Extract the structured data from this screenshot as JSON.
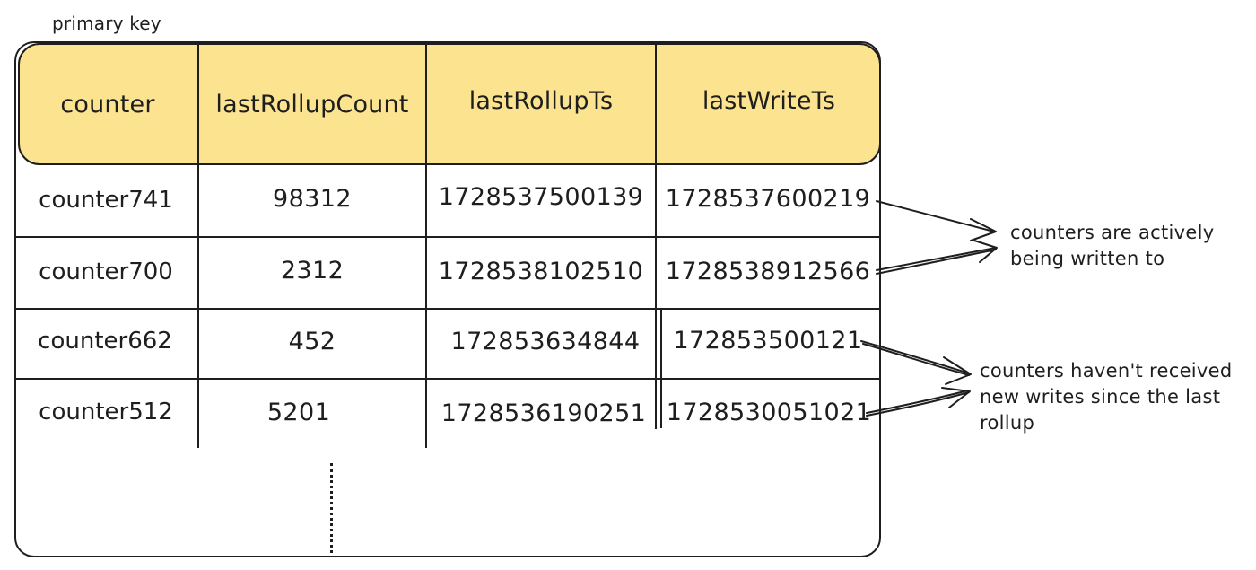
{
  "primary_key_label": "primary key",
  "table": {
    "headers": [
      "counter",
      "lastRollupCount",
      "lastRollupTs",
      "lastWriteTs"
    ],
    "rows": [
      [
        "counter741",
        "98312",
        "1728537500139",
        "1728537600219"
      ],
      [
        "counter700",
        "2312",
        "1728538102510",
        "1728538912566"
      ],
      [
        "counter662",
        "452",
        "172853634844",
        "172853500121"
      ],
      [
        "counter512",
        "5201",
        "1728536190251",
        "1728530051021"
      ]
    ],
    "continuation": "ellipsis-vertical-dotted-line"
  },
  "annotations": {
    "active": {
      "lines": [
        "counters are actively",
        "being written to"
      ]
    },
    "stale": {
      "lines": [
        "counters haven't received",
        "new writes since the last",
        "rollup"
      ]
    }
  },
  "colors": {
    "header_fill": "#fce38f",
    "stroke": "#1e1e1e",
    "background": "#ffffff"
  }
}
